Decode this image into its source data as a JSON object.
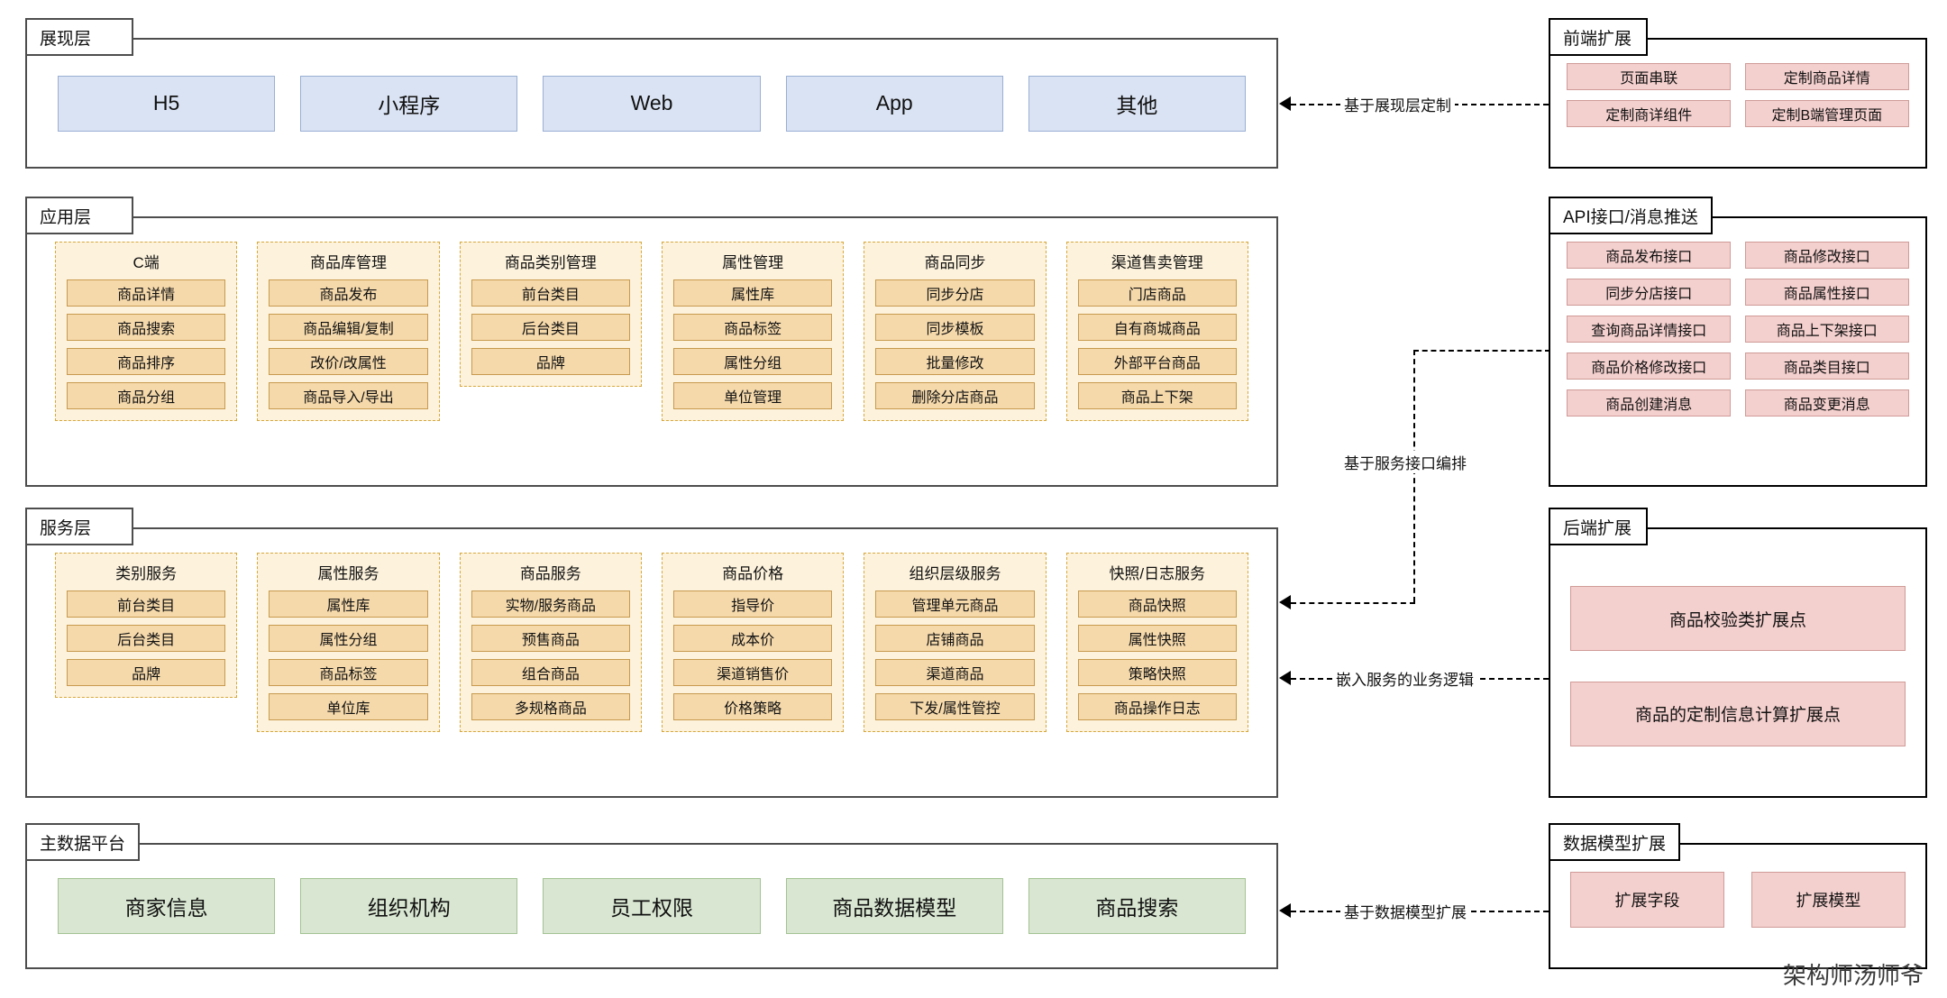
{
  "layers": [
    {
      "id": "presentation",
      "title": "展现层",
      "boxes": [
        "H5",
        "小程序",
        "Web",
        "App",
        "其他"
      ]
    },
    {
      "id": "application",
      "title": "应用层",
      "groups": [
        {
          "title": "C端",
          "items": [
            "商品详情",
            "商品搜索",
            "商品排序",
            "商品分组"
          ]
        },
        {
          "title": "商品库管理",
          "items": [
            "商品发布",
            "商品编辑/复制",
            "改价/改属性",
            "商品导入/导出"
          ]
        },
        {
          "title": "商品类别管理",
          "items": [
            "前台类目",
            "后台类目",
            "品牌"
          ]
        },
        {
          "title": "属性管理",
          "items": [
            "属性库",
            "商品标签",
            "属性分组",
            "单位管理"
          ]
        },
        {
          "title": "商品同步",
          "items": [
            "同步分店",
            "同步模板",
            "批量修改",
            "删除分店商品"
          ]
        },
        {
          "title": "渠道售卖管理",
          "items": [
            "门店商品",
            "自有商城商品",
            "外部平台商品",
            "商品上下架"
          ]
        }
      ]
    },
    {
      "id": "service",
      "title": "服务层",
      "groups": [
        {
          "title": "类别服务",
          "items": [
            "前台类目",
            "后台类目",
            "品牌"
          ]
        },
        {
          "title": "属性服务",
          "items": [
            "属性库",
            "属性分组",
            "商品标签",
            "单位库"
          ]
        },
        {
          "title": "商品服务",
          "items": [
            "实物/服务商品",
            "预售商品",
            "组合商品",
            "多规格商品"
          ]
        },
        {
          "title": "商品价格",
          "items": [
            "指导价",
            "成本价",
            "渠道销售价",
            "价格策略"
          ]
        },
        {
          "title": "组织层级服务",
          "items": [
            "管理单元商品",
            "店铺商品",
            "渠道商品",
            "下发/属性管控"
          ]
        },
        {
          "title": "快照/日志服务",
          "items": [
            "商品快照",
            "属性快照",
            "策略快照",
            "商品操作日志"
          ]
        }
      ]
    },
    {
      "id": "masterdata",
      "title": "主数据平台",
      "boxes": [
        "商家信息",
        "组织机构",
        "员工权限",
        "商品数据模型",
        "商品搜索"
      ]
    }
  ],
  "panels": [
    {
      "id": "frontend-extension",
      "title": "前端扩展",
      "chips": [
        "页面串联",
        "定制商品详情",
        "定制商详组件",
        "定制B端管理页面"
      ]
    },
    {
      "id": "api-extension",
      "title": "API接口/消息推送",
      "chips": [
        "商品发布接口",
        "商品修改接口",
        "同步分店接口",
        "商品属性接口",
        "查询商品详情接口",
        "商品上下架接口",
        "商品价格修改接口",
        "商品类目接口",
        "商品创建消息",
        "商品变更消息"
      ]
    },
    {
      "id": "backend-extension",
      "title": "后端扩展",
      "chips": [
        "商品校验类扩展点",
        "商品的定制信息计算扩展点"
      ]
    },
    {
      "id": "datamodel-extension",
      "title": "数据模型扩展",
      "chips": [
        "扩展字段",
        "扩展模型"
      ]
    }
  ],
  "connectors": [
    {
      "id": "conn-presentation",
      "label": "基于展现层定制"
    },
    {
      "id": "conn-service-api",
      "label": "基于服务接口编排"
    },
    {
      "id": "conn-backend",
      "label": "嵌入服务的业务逻辑"
    },
    {
      "id": "conn-datamodel",
      "label": "基于数据模型扩展"
    }
  ],
  "watermark": "架构师汤师爷",
  "colors": {
    "blue": "#dae3f3",
    "green": "#d9e7d2",
    "orange_group": "#fdf2dc",
    "orange_item": "#f5d9ab",
    "pink": "#f3cfcd",
    "border": "#4d4d4d"
  }
}
